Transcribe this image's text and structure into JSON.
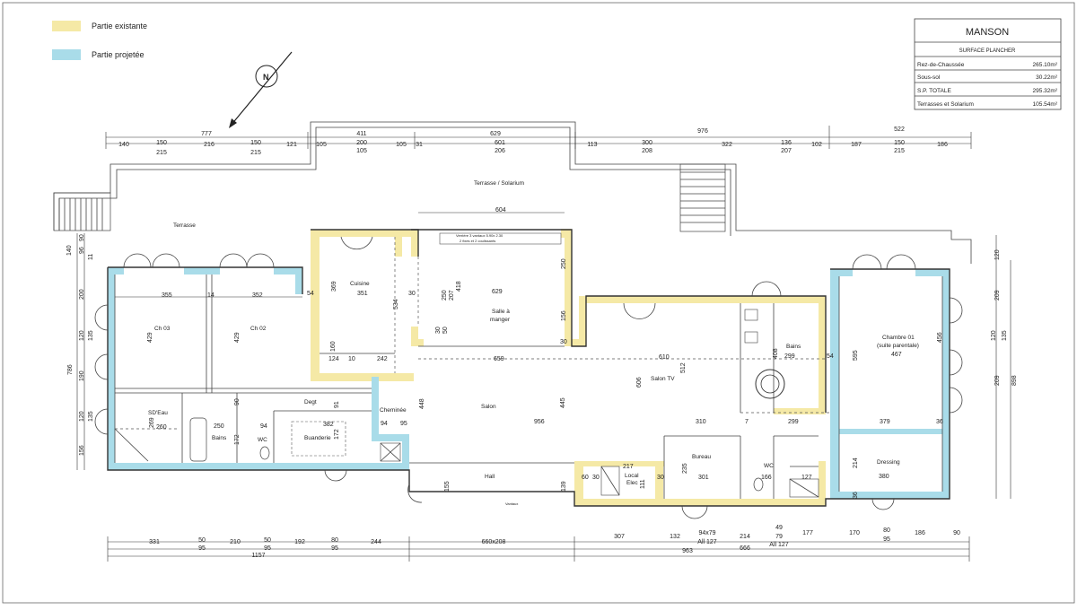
{
  "colors": {
    "existing": "#f5e9a6",
    "projected": "#a9dce9"
  },
  "legend": {
    "existing_label": "Partie existante",
    "projected_label": "Partie projetée"
  },
  "north_icon": "north-arrow-icon",
  "title_block": {
    "title": "MANSON",
    "subtitle": "SURFACE PLANCHER",
    "rows": [
      {
        "label": "Rez-de-Chaussée",
        "value": "265.10m²"
      },
      {
        "label": "Sous-sol",
        "value": "30.22m²"
      },
      {
        "label": "S.P. TOTALE",
        "value": "295.32m²"
      },
      {
        "label": "Terrasses et Solarium",
        "value": "105.54m²"
      }
    ]
  },
  "rooms": {
    "terrasse": "Terrasse",
    "terrasse_solarium": "Terrasse / Solarium",
    "ch03": "Ch 03",
    "ch02": "Ch 02",
    "cuisine": "Cuisine",
    "salle_a_manger_1": "Salle à",
    "salle_a_manger_2": "manger",
    "salon_tv": "Salon TV",
    "bains_right": "Bains",
    "chambre01_1": "Chambre 01",
    "chambre01_2": "(suite parentale)",
    "sdeau": "SD'Eau",
    "bains_left": "Bains",
    "wc_left": "WC",
    "degt": "Degt",
    "buanderie": "Buanderie",
    "cheminee": "Cheminée",
    "salon": "Salon",
    "bureau": "Bureau",
    "wc_right": "WC",
    "dressing": "Dressing",
    "hall": "Hall",
    "local_elec_1": "Local",
    "local_elec_2": "Elec",
    "verriere_note_1": "Verrière 3 vantaux 5.90x 2.30",
    "verriere_note_2": "2 fixes et 2 coulissants",
    "vantaux": "Vantaux"
  },
  "top_dims": {
    "row1": [
      "777",
      "411",
      "629",
      "976",
      "522"
    ],
    "row2": [
      "140",
      "150",
      "216",
      "150",
      "121",
      "105",
      "200",
      "105",
      "31",
      "601",
      "113",
      "300",
      "322",
      "136",
      "102",
      "187",
      "150",
      "186"
    ],
    "row3": [
      "215",
      "215",
      "105",
      "206",
      "208",
      "207",
      "215"
    ]
  },
  "bottom_dims": {
    "row1": [
      "331",
      "50",
      "210",
      "50",
      "192",
      "80",
      "244",
      "660x208",
      "307",
      "132",
      "94x79",
      "214",
      "49",
      "177",
      "170",
      "80",
      "186",
      "90"
    ],
    "row2": [
      "95",
      "95",
      "95",
      "All 127",
      "79",
      "95"
    ],
    "row2b": [
      "All 127"
    ],
    "row3": [
      "1157",
      "963",
      "666"
    ]
  },
  "left_dims": [
    "140",
    "96",
    "90",
    "200",
    "120",
    "135",
    "786",
    "190",
    "120",
    "135",
    "156",
    "11"
  ],
  "right_dims": [
    "120",
    "209",
    "120",
    "135",
    "209",
    "898"
  ],
  "interior_dims": {
    "ch03_w": "355",
    "ch02_w": "352",
    "ch03_h": "429",
    "ch02_h": "429",
    "ch_sep": "14",
    "cuisine_w": "351",
    "cuisine_h": "369",
    "cuisine_d": "534",
    "cuisine_a": "160",
    "cuisine_b": "124",
    "cuisine_c": "10",
    "cuisine_e": "242",
    "sam_top": "604",
    "sam_w": "629",
    "sam_h1": "250",
    "sam_h2": "207",
    "sam_h3": "418",
    "sam_r": "250",
    "sam_l": "50",
    "sam_l2": "30",
    "sam_156": "156",
    "n659": "659",
    "n30a": "30",
    "n30b": "30",
    "n54": "54",
    "salon_tv_w": "610",
    "salon_tv_h1": "606",
    "salon_tv_h2": "512",
    "n445": "445",
    "n448": "448",
    "n956": "956",
    "n310": "310",
    "n299a": "299",
    "n299b": "299",
    "n7": "7",
    "chambre_w": "467",
    "chambre_h": "595",
    "chambre_456": "456",
    "n379": "379",
    "n36a": "36",
    "n36b": "36",
    "n54b": "54",
    "n408": "408",
    "sdeau_w": "260",
    "sdeau_h": "269",
    "bains_w": "250",
    "bains_h": "172",
    "n94": "94",
    "n382": "382",
    "n172": "172",
    "n91": "91",
    "n90": "90",
    "n94b": "94",
    "n95": "95",
    "bureau_w": "301",
    "bureau_h": "235",
    "n166": "166",
    "n127": "127",
    "n214": "214",
    "dressing_w": "380",
    "hall_h": "155",
    "n139": "139",
    "n60": "60",
    "n30c": "30",
    "n217": "217",
    "n111": "111",
    "n30d": "30"
  }
}
